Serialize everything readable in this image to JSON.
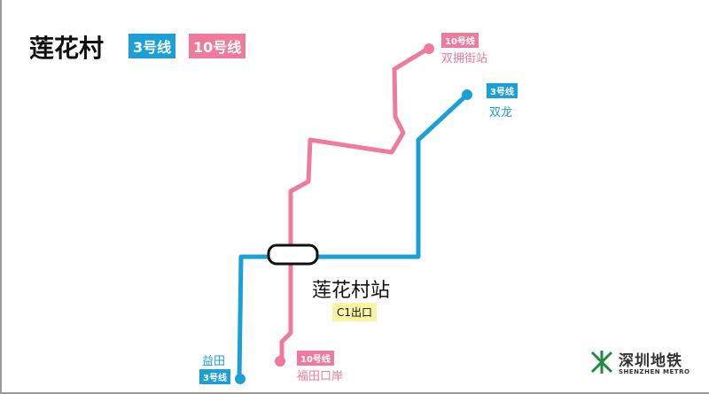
{
  "title": "莲花村",
  "legend": {
    "line3": "3号线",
    "line10": "10号线"
  },
  "station": {
    "name": "莲花村站",
    "exit": "C1出口"
  },
  "terminals": [
    {
      "line": "10号线",
      "name": "双拥街站"
    },
    {
      "line": "3号线",
      "name": "双龙"
    },
    {
      "line": "3号线",
      "name": "益田"
    },
    {
      "line": "10号线",
      "name": "福田口岸"
    }
  ],
  "logo": {
    "cn": "深圳地铁",
    "en": "SHENZHEN METRO"
  },
  "colors": {
    "line3": "#1b9fd8",
    "line10": "#ef7a9b",
    "exit": "#fbf4a0",
    "logo": "#1e8c3a"
  }
}
